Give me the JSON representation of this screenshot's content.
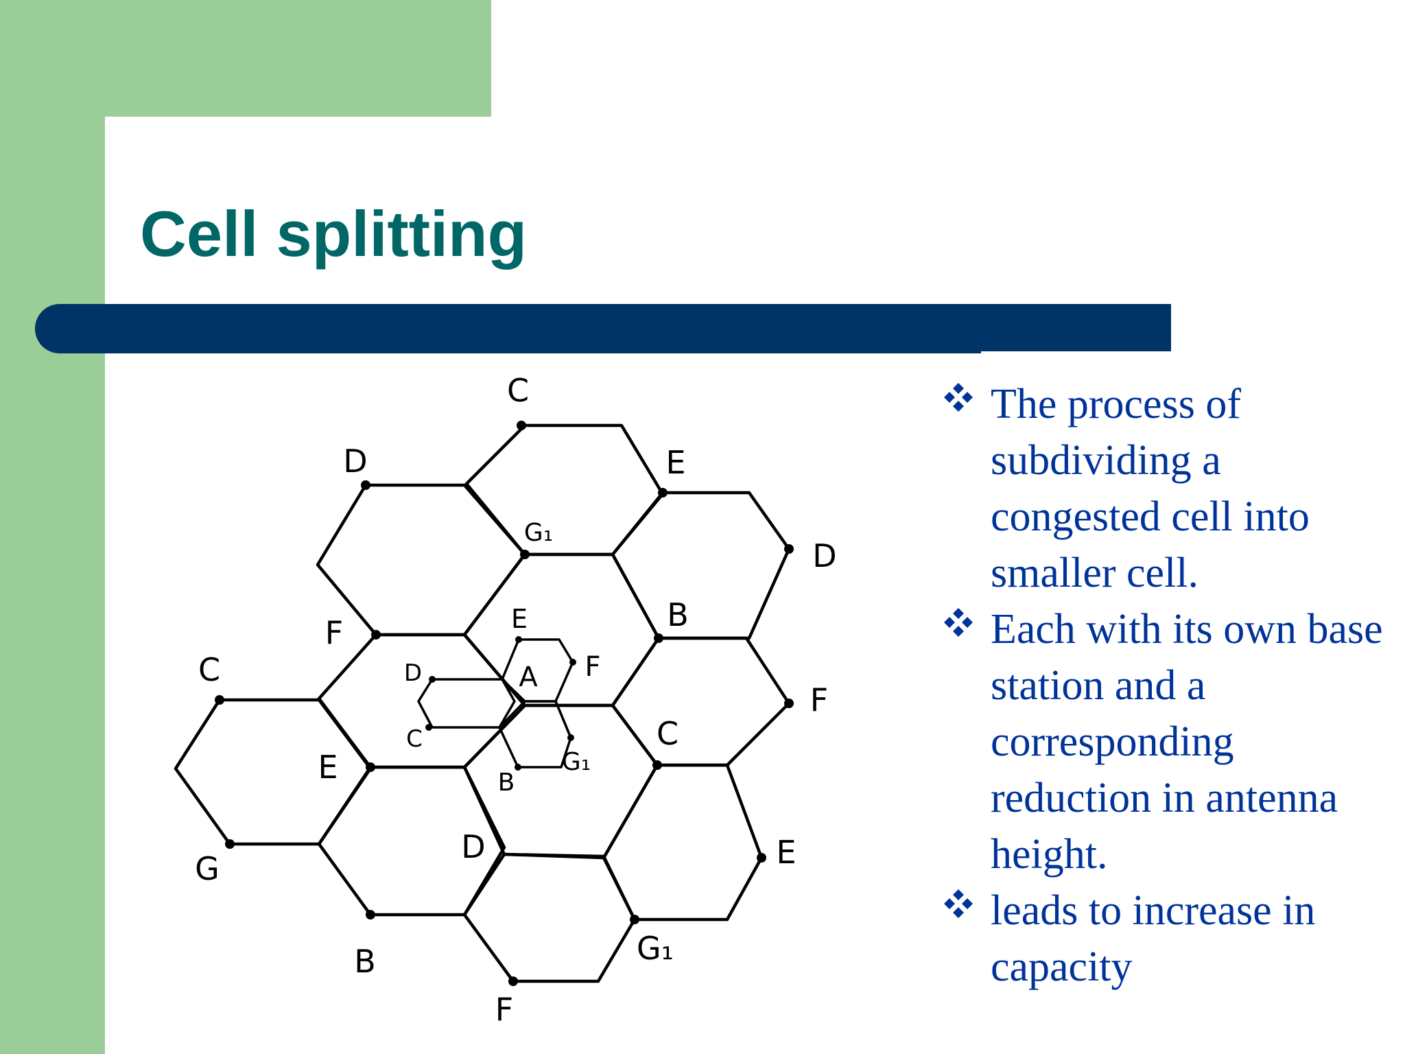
{
  "slide": {
    "title": "Cell splitting"
  },
  "diagram": {
    "labels": {
      "c_top": "C",
      "d_upper_left": "D",
      "e_upper_right": "E",
      "g_upper_center": "G₁",
      "d_right": "D",
      "f_left": "F",
      "e_center": "E",
      "b_right": "B",
      "c_left": "C",
      "d_small": "D",
      "a_small": "A",
      "f_small": "F",
      "f_right": "F",
      "c_small": "C",
      "e_left": "E",
      "c_center": "C",
      "b_small": "B",
      "g_small": "G₁",
      "g_left": "G",
      "d_lower_center": "D",
      "e_lower_right": "E",
      "b_bottom_left": "B",
      "g_bottom_center": "G₁",
      "f_bottom": "F"
    }
  },
  "bullets": [
    {
      "text": " The process of subdividing a congested cell into smaller cell."
    },
    {
      "text": " Each with its own base station and a corresponding reduction in antenna height."
    },
    {
      "text": "leads to increase in capacity"
    }
  ],
  "colors": {
    "green_accent": "#9bcd98",
    "title_color": "#006666",
    "bar_navy": "#003366",
    "bullet_blue": "#003399",
    "bullet_icon": "four-diamond-bullet-icon"
  }
}
